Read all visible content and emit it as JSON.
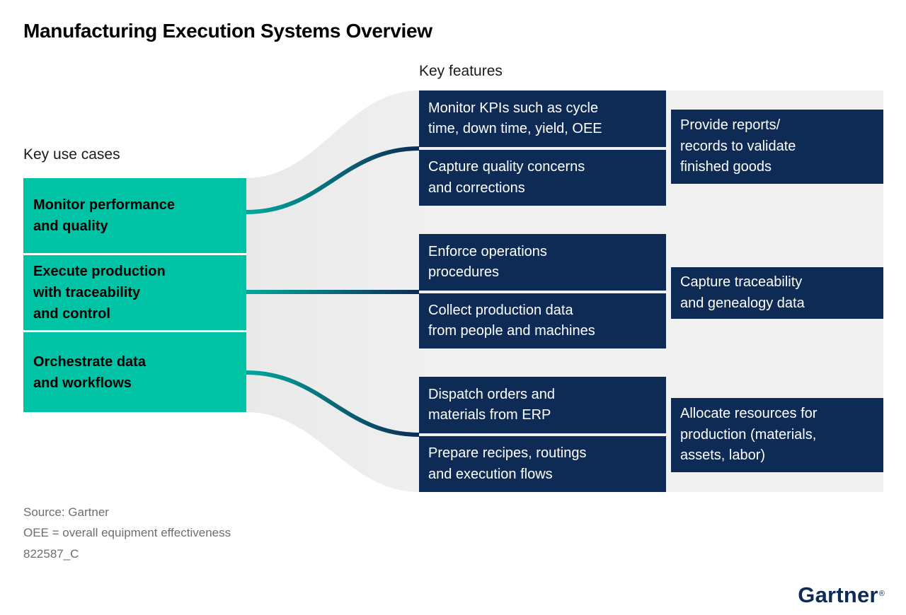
{
  "title": "Manufacturing Execution Systems Overview",
  "labels": {
    "use_cases": "Key use cases",
    "features": "Key features"
  },
  "use_cases": [
    {
      "label": "Monitor performance\nand quality"
    },
    {
      "label": "Execute production\nwith traceability\nand control"
    },
    {
      "label": "Orchestrate data\nand workflows"
    }
  ],
  "features": [
    {
      "label": "Monitor KPIs such as cycle\ntime, down time, yield, OEE"
    },
    {
      "label": "Capture quality concerns\nand corrections"
    },
    {
      "label": "Enforce operations\nprocedures"
    },
    {
      "label": "Collect production data\nfrom people and machines"
    },
    {
      "label": "Dispatch orders and\nmaterials from ERP"
    },
    {
      "label": "Prepare recipes, routings\nand execution flows"
    }
  ],
  "outcomes": [
    {
      "label": "Provide reports/\nrecords to validate\nfinished goods"
    },
    {
      "label": "Capture traceability\nand genealogy data"
    },
    {
      "label": "Allocate resources for\nproduction (materials,\nassets, labor)"
    }
  ],
  "footer": {
    "source": "Source: Gartner",
    "note": "OEE = overall equipment effectiveness",
    "doc_id": "822587_C"
  },
  "logo": {
    "text": "Gartner",
    "reg": "®"
  },
  "colors": {
    "teal": "#00C2A5",
    "navy": "#0E2B55",
    "band": "#F1F1F1",
    "band_dark": "#E9E9E9",
    "link_start": "#00A99D",
    "link_end": "#0E2B55",
    "footer_text": "#6E6E6E"
  }
}
